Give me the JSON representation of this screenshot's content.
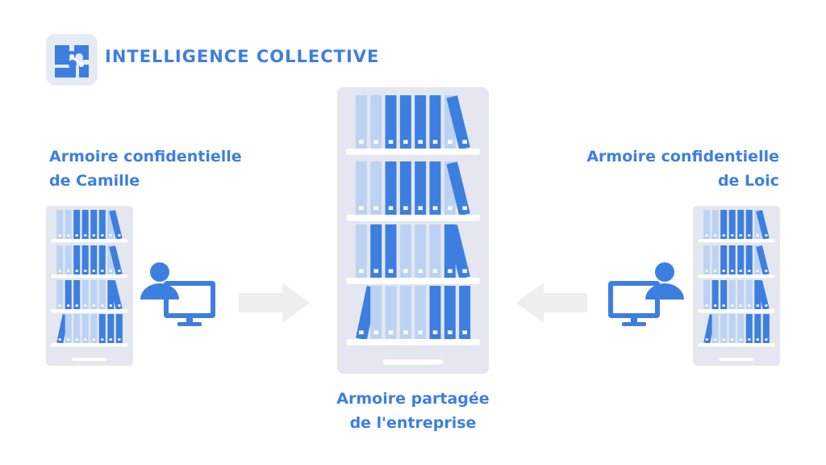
{
  "brand": {
    "title": "INTELLIGENCE COLLECTIVE",
    "logo_icon": "puzzle-network-icon"
  },
  "cabinets": {
    "left": {
      "line1": "Armoire confidentielle",
      "line2": "de Camille"
    },
    "center": {
      "line1": "Armoire partagée",
      "line2": "de l'entreprise"
    },
    "right": {
      "line1": "Armoire confidentielle",
      "line2": "de Loic"
    }
  },
  "icons": {
    "user": "user-at-computer-icon",
    "arrow_right": "arrow-right-icon",
    "arrow_left": "arrow-left-icon"
  },
  "colors": {
    "accent": "#3d7fe0",
    "binder_dark": "#3d7fe0",
    "binder_light": "#bcd2f3",
    "cabinet_bg": "#e4e7ef",
    "shelf": "#ffffff",
    "arrow": "#eeeeee"
  }
}
